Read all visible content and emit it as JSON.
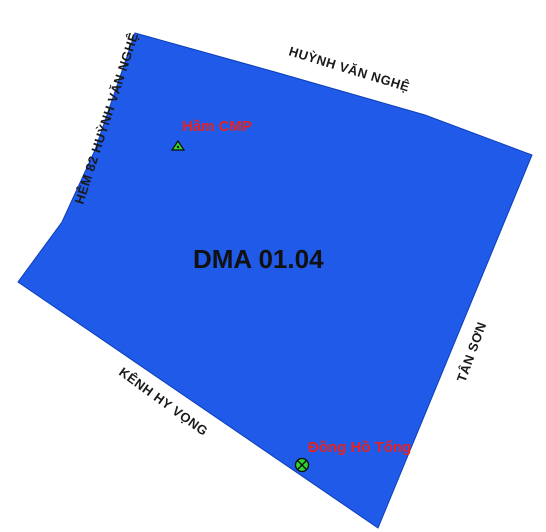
{
  "map": {
    "zone_label": "DMA 01.04",
    "zone_fill_color": "#1f5ae8",
    "zone_stroke_color": "#0d3fb8",
    "streets": {
      "north": "HUỲNH VĂN NGHỆ",
      "west": "HẺM 82 HUỲNH VĂN NGHỆ",
      "southwest": "KÊNH HY VỌNG",
      "east": "TÂN SƠN"
    },
    "points_of_interest": [
      {
        "label": "Hầm CMP",
        "icon": "triangle-marker-icon",
        "color": "#2ed62e"
      },
      {
        "label": "Đồng Hồ Tổng",
        "icon": "circle-cross-marker-icon",
        "color": "#2ed62e"
      }
    ],
    "label_color": "#e8231f"
  }
}
